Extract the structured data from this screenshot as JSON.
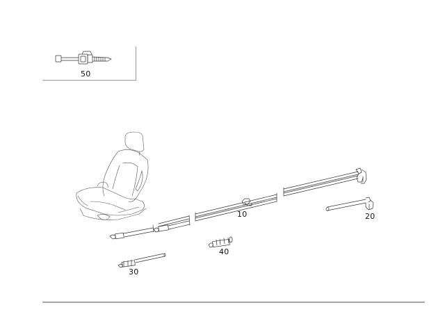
{
  "diagram": {
    "type": "exploded parts illustration",
    "inset": {
      "callout": "50",
      "part": "cable tie / clip"
    },
    "main_illustration": "vehicle seat with tube/line assembly",
    "callouts": [
      {
        "id": "10",
        "part": "line assembly (long, with mid clip and end bracket)"
      },
      {
        "id": "20",
        "part": "short line with end bracket"
      },
      {
        "id": "30",
        "part": "line with fitting"
      },
      {
        "id": "40",
        "part": "connector fitting"
      },
      {
        "id": "50",
        "part": "cable tie clip"
      }
    ],
    "colors": {
      "line": "#333333",
      "border": "#999999",
      "rule": "#a8a8a8"
    }
  }
}
